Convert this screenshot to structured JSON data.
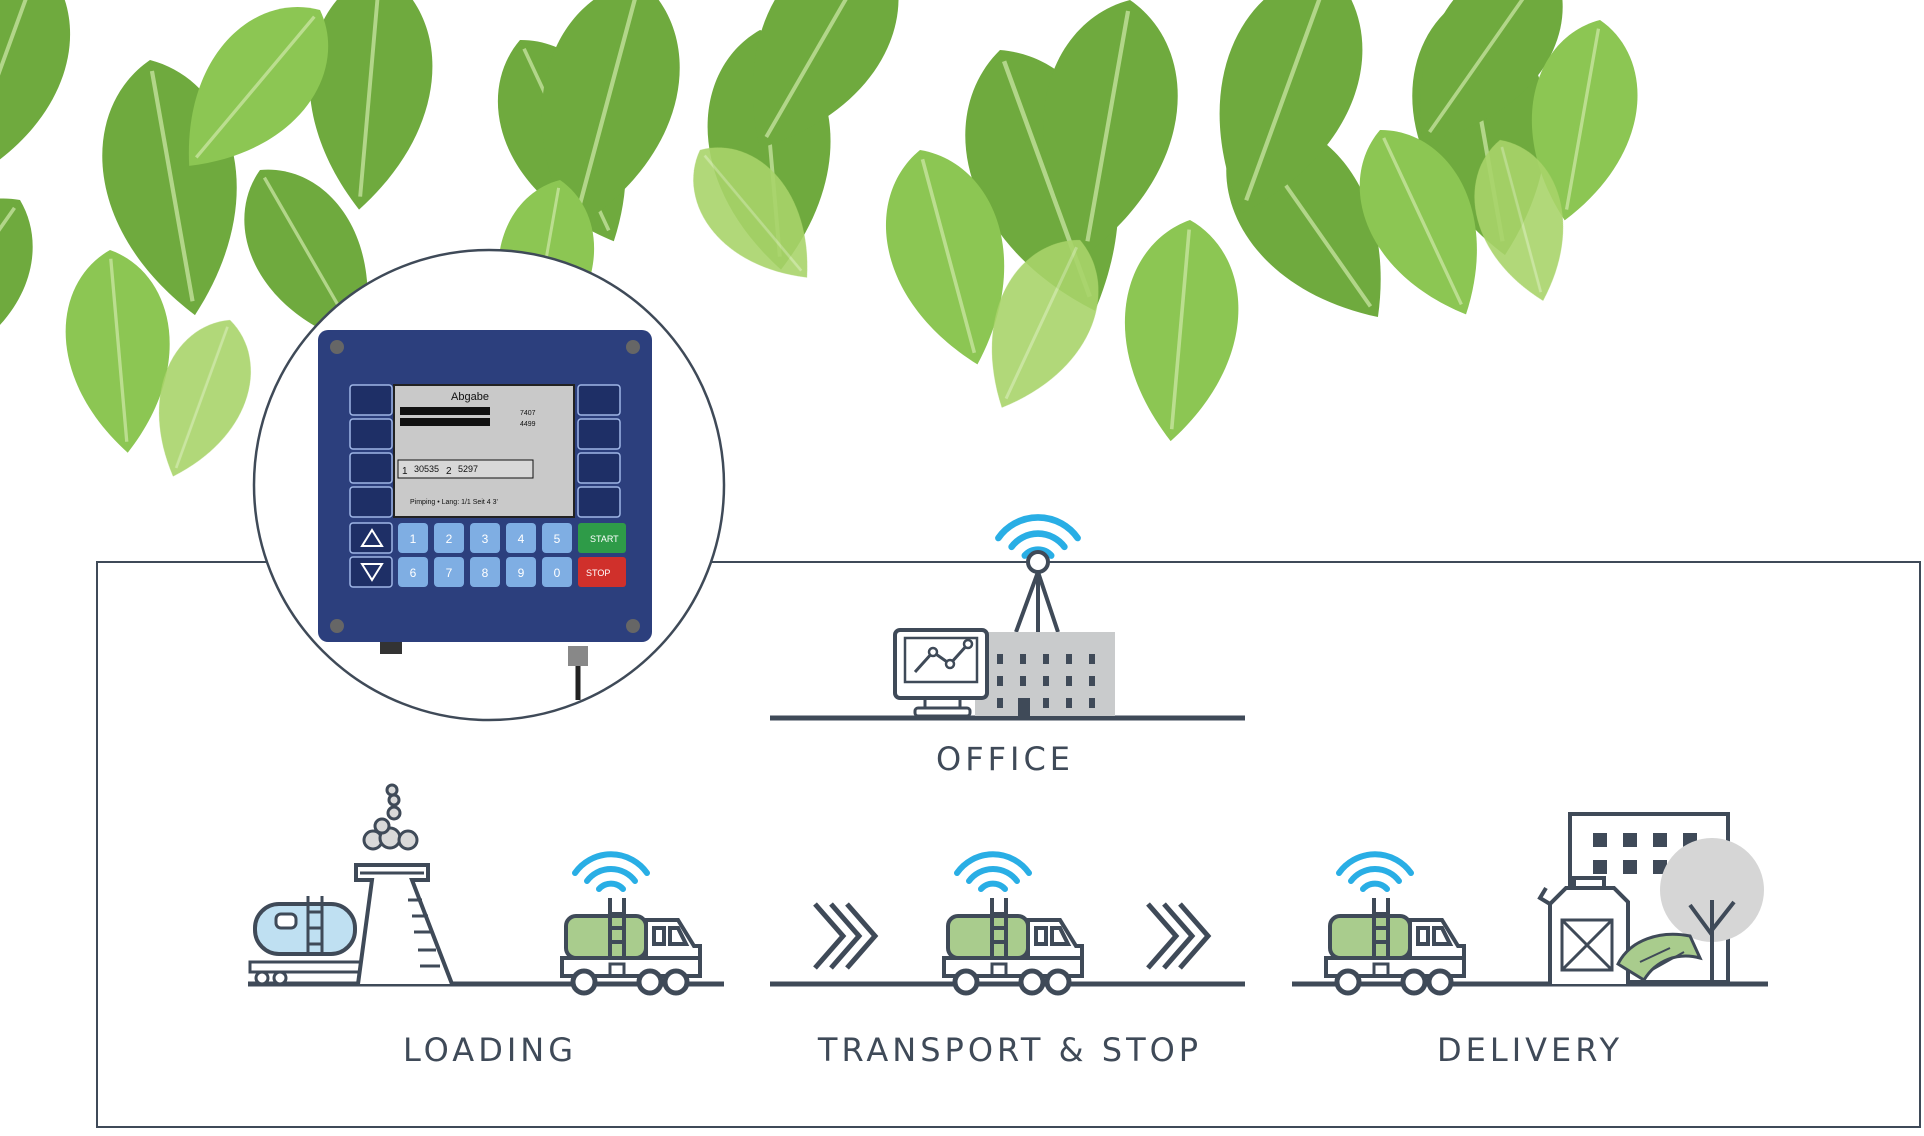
{
  "stages": {
    "office": "OFFICE",
    "loading": "LOADING",
    "transport": "TRANSPORT & STOP",
    "delivery": "DELIVERY"
  },
  "device": {
    "screen_title": "Abgabe",
    "screen_lines": [
      "7407",
      "4499"
    ],
    "screen_counters": [
      "1",
      "30535",
      "2",
      "5297"
    ],
    "screen_footer": "Pimping • Lang: 1/1    Seit 4 3'",
    "keypad_row1": [
      "1",
      "2",
      "3",
      "4",
      "5"
    ],
    "keypad_row2": [
      "6",
      "7",
      "8",
      "9",
      "0"
    ],
    "start_label": "START",
    "stop_label": "STOP"
  },
  "colors": {
    "line": "#3f4a58",
    "wifi": "#29aee5",
    "truck_tank": "#a9cc8d",
    "device_body": "#2c3f7d",
    "key": "#7faee3",
    "start": "#2e9b48",
    "stop": "#d0302b"
  }
}
